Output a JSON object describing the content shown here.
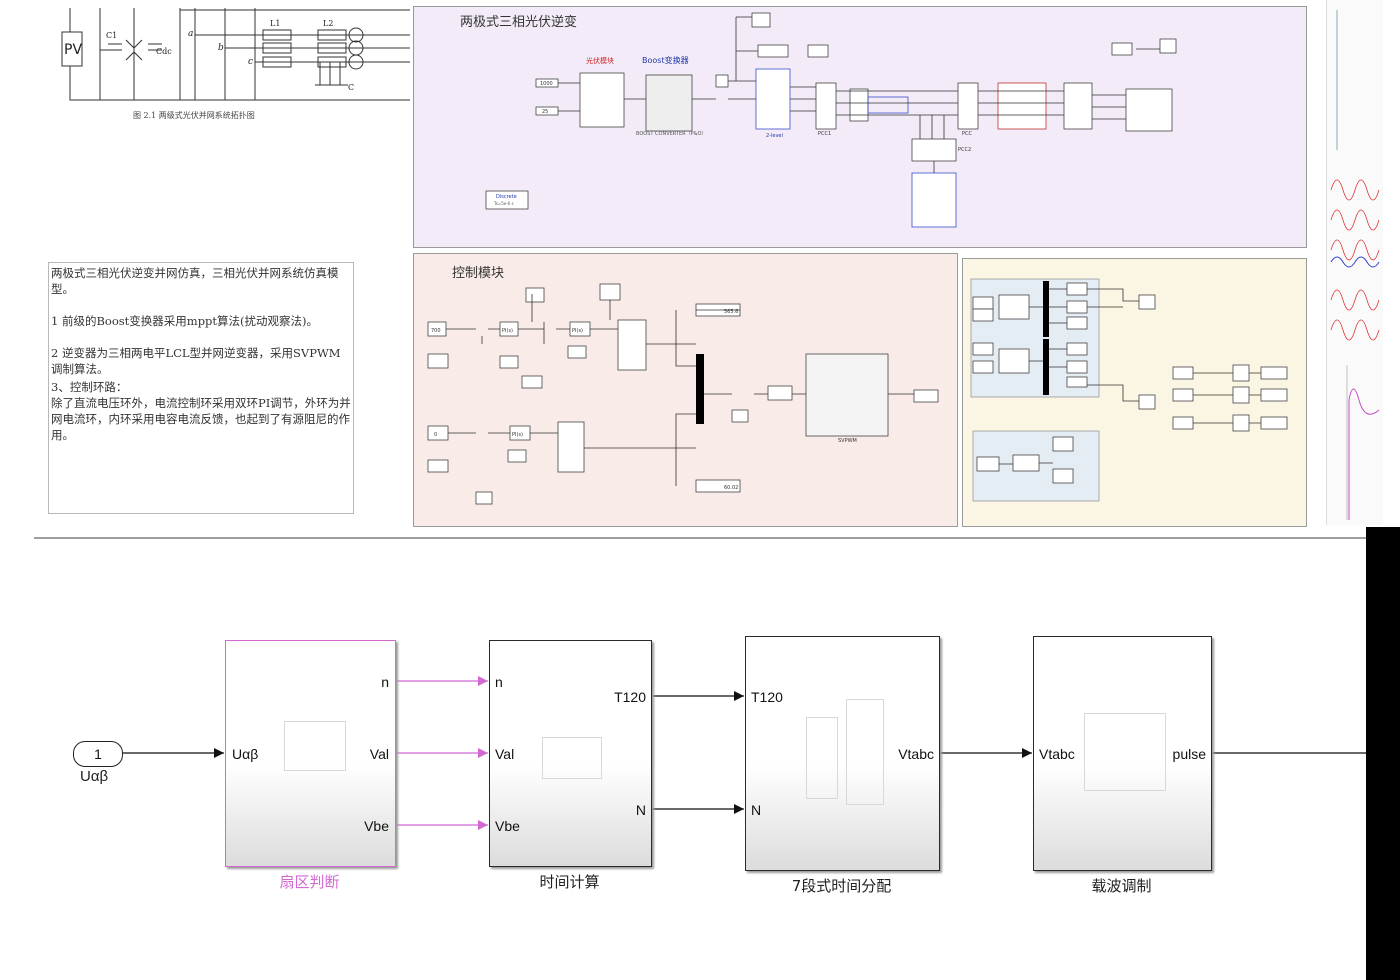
{
  "top": {
    "figure_caption": "图 2.1 两级式光伏并网系统拓扑图",
    "topology_labels": {
      "pv": "PV",
      "c1": "C1",
      "cdc": "Cdc",
      "a": "a",
      "b": "b",
      "c": "c",
      "l1": "L1",
      "l2": "L2",
      "cap": "C"
    },
    "pv_panel_title": "两极式三相光伏逆变",
    "pv_panel_labels": {
      "pv_module": "光伏模块",
      "boost": "Boost变换器",
      "boost_sub": "BOOST CONVERTER（P&O）",
      "irradiance_tag": "1000",
      "temp_tag": "25",
      "inverter_tag": "2-level",
      "pcc1": "PCC1",
      "pcc": "PCC",
      "pcc2": "PCC2",
      "powergui": "Discrete",
      "powergui_sub": "Ts=5e-6 s"
    },
    "ctrl_panel_title": "控制模块",
    "ctrl_panel_labels": {
      "display1": "565.6",
      "display2": "60.02",
      "svpwm_block": "SVPWM",
      "const_vdc": "700",
      "const_iq": "0",
      "pi1": "PI(s)",
      "pi2": "PI(s)",
      "pi3": "PI(s)"
    },
    "description": {
      "intro": "两极式三相光伏逆变并网仿真，三相光伏并网系统仿真模型。",
      "item1": "1 前级的Boost变换器采用mppt算法(扰动观察法)。",
      "item2": "2 逆变器为三相两电平LCL型并网逆变器，采用SVPWM调制算法。",
      "item3_head": "3、控制环路：",
      "item3_body": "除了直流电压环外，电流控制环采用双环PI调节，外环为并网电流环，内环采用电容电流反馈，也起到了有源阻尼的作用。"
    }
  },
  "diagram": {
    "inport": {
      "number": "1",
      "label": "Uαβ"
    },
    "blocks": [
      {
        "name": "扇区判断",
        "inputs": [
          "Uαβ"
        ],
        "outputs": [
          "n",
          "Val",
          "Vbe"
        ]
      },
      {
        "name": "时间计算",
        "inputs": [
          "n",
          "Val",
          "Vbe"
        ],
        "outputs": [
          "T120",
          "N"
        ]
      },
      {
        "name": "7段式时间分配",
        "inputs": [
          "T120",
          "N"
        ],
        "outputs": [
          "Vtabc"
        ]
      },
      {
        "name": "载波调制",
        "inputs": [
          "Vtabc"
        ],
        "outputs": [
          "pulse"
        ]
      }
    ],
    "colors": {
      "highlight": "#d36ad3",
      "line": "#111111"
    }
  }
}
